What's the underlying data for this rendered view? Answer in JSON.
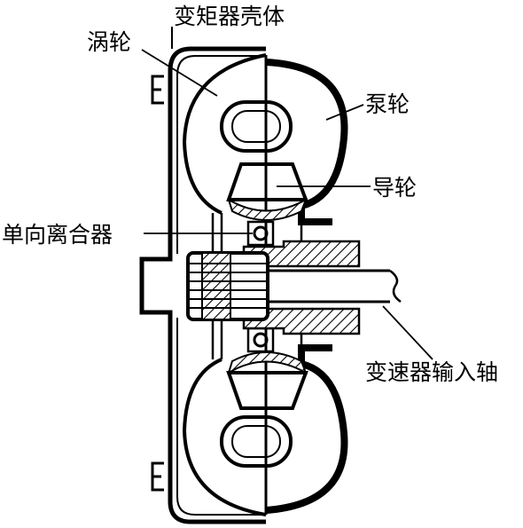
{
  "labels": {
    "housing": "变矩器壳体",
    "turbine": "涡轮",
    "pump": "泵轮",
    "stator": "导轮",
    "one_way_clutch": "单向离合器",
    "input_shaft": "变速器输入轴"
  },
  "colors": {
    "ink": "#000000",
    "paper": "#ffffff"
  }
}
